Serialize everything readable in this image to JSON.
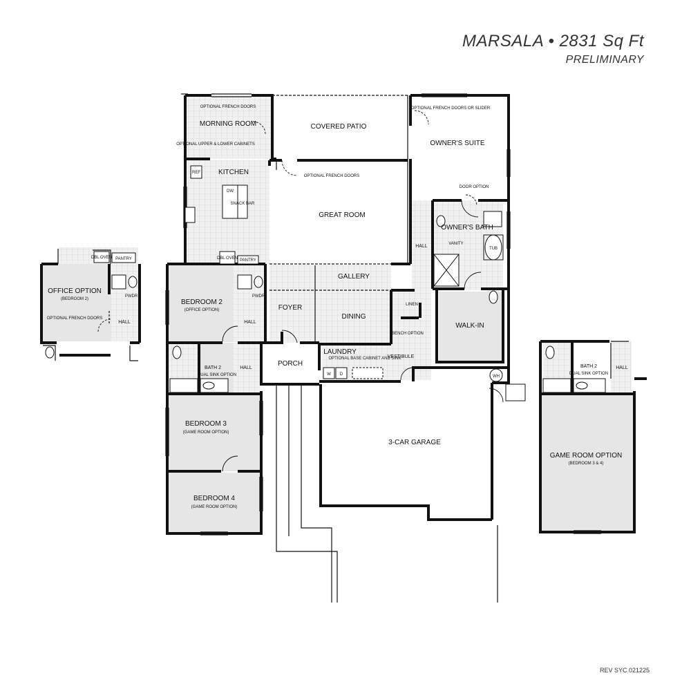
{
  "header": {
    "title": "MARSALA • 2831 Sq Ft",
    "subtitle": "PRELIMINARY"
  },
  "footer": {
    "revision": "REV SYC 021225"
  },
  "rooms": {
    "morning_room": "MORNING ROOM",
    "covered_patio": "COVERED PATIO",
    "owners_suite": "OWNER'S SUITE",
    "kitchen": "KITCHEN",
    "great_room": "GREAT ROOM",
    "owners_bath": "OWNER'S BATH",
    "hall_main": "HALL",
    "gallery": "GALLERY",
    "foyer": "FOYER",
    "dining": "DINING",
    "walk_in": "WALK-IN",
    "laundry": "LAUNDRY",
    "vestibule": "VESTIBULE",
    "porch": "PORCH",
    "garage": "3-CAR GARAGE",
    "bedroom2": "BEDROOM 2",
    "bedroom2_sub": "(OFFICE OPTION)",
    "bath2": "BATH 2",
    "hall_left": "HALL",
    "hall_left2": "HALL",
    "bedroom3": "BEDROOM 3",
    "bedroom3_sub": "(GAME ROOM OPTION)",
    "bedroom4": "BEDROOM 4",
    "bedroom4_sub": "(GAME ROOM OPTION)",
    "office_option": "OFFICE OPTION",
    "office_option_sub": "(BEDROOM 2)",
    "office_hall": "HALL",
    "game_room_option": "GAME ROOM OPTION",
    "game_room_option_sub": "(BEDROOM 3 & 4)",
    "bath2_alt": "BATH 2",
    "hall_alt": "HALL"
  },
  "notes": {
    "french_doors_morning": "OPTIONAL FRENCH DOORS",
    "cabinets": "OPTIONAL UPPER & LOWER CABINETS",
    "french_doors_great": "OPTIONAL FRENCH DOORS",
    "french_doors_owner": "OPTIONAL FRENCH DOORS OR SLIDER",
    "door_option": "DOOR OPTION",
    "vanity": "VANITY",
    "tub": "TUB",
    "linen": "LINEN",
    "bench": "BENCH OPTION",
    "laundry_cabinet": "OPTIONAL BASE CABINET AND SINK",
    "dual_sink": "DUAL SINK OPTION",
    "dual_sink_alt": "DUAL SINK OPTION",
    "french_doors_office": "OPTIONAL FRENCH DOORS",
    "ref": "REF",
    "dw": "DW",
    "snack_bar": "SNACK BAR",
    "dbl_oven": "DBL OVEN",
    "pantry": "PANTRY",
    "pwdr": "PWDR",
    "dbl_oven_opt": "DBL OVEN",
    "pantry_opt": "PANTRY",
    "pwdr_opt": "PWDR",
    "wh": "WH",
    "w": "W",
    "d": "D"
  }
}
